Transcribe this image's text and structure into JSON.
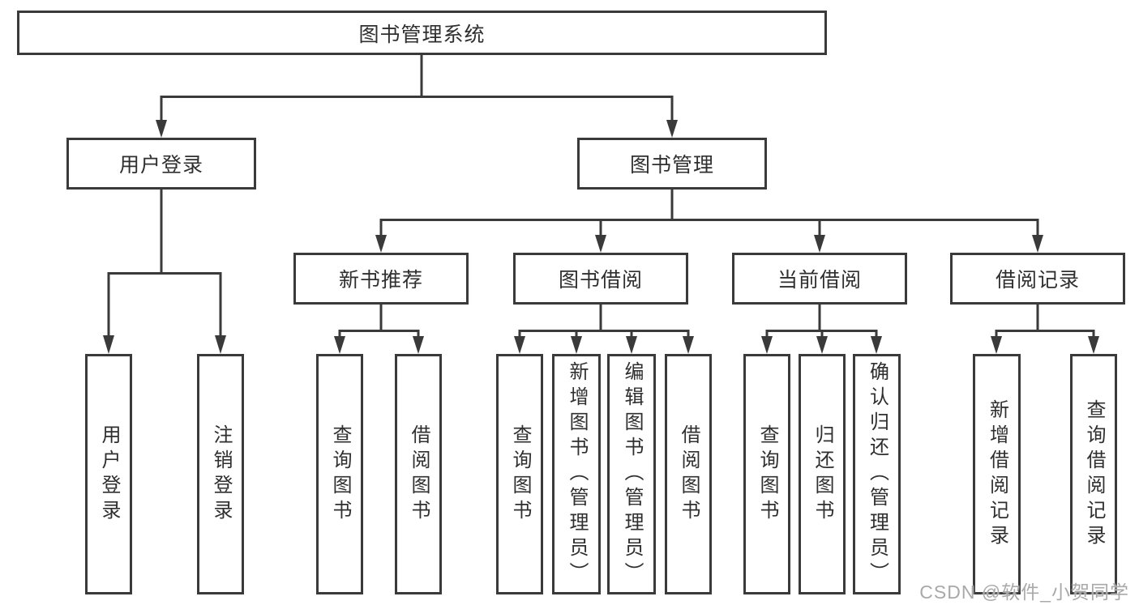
{
  "diagram": {
    "root": "图书管理系统",
    "level2": {
      "user_login": "用户登录",
      "book_management": "图书管理"
    },
    "level3": {
      "new_book_recommend": "新书推荐",
      "book_borrow": "图书借阅",
      "current_borrow": "当前借阅",
      "borrow_records": "借阅记录"
    },
    "leaves": {
      "user": [
        "用户登录",
        "注销登录"
      ],
      "new_book_recommend": [
        "查询图书",
        "借阅图书"
      ],
      "book_borrow": [
        "查询图书",
        "新增图书（管理员）",
        "编辑图书（管理员）",
        "借阅图书"
      ],
      "current_borrow": [
        "查询图书",
        "归还图书",
        "确认归还（管理员）"
      ],
      "borrow_records": [
        "新增借阅记录",
        "查询借阅记录"
      ]
    }
  },
  "watermark": "CSDN @软件_小贺同学",
  "colors": {
    "line": "#3a3a3a",
    "text": "#2f2f2f",
    "background": "#ffffff",
    "watermark": "#a9a9a9"
  }
}
